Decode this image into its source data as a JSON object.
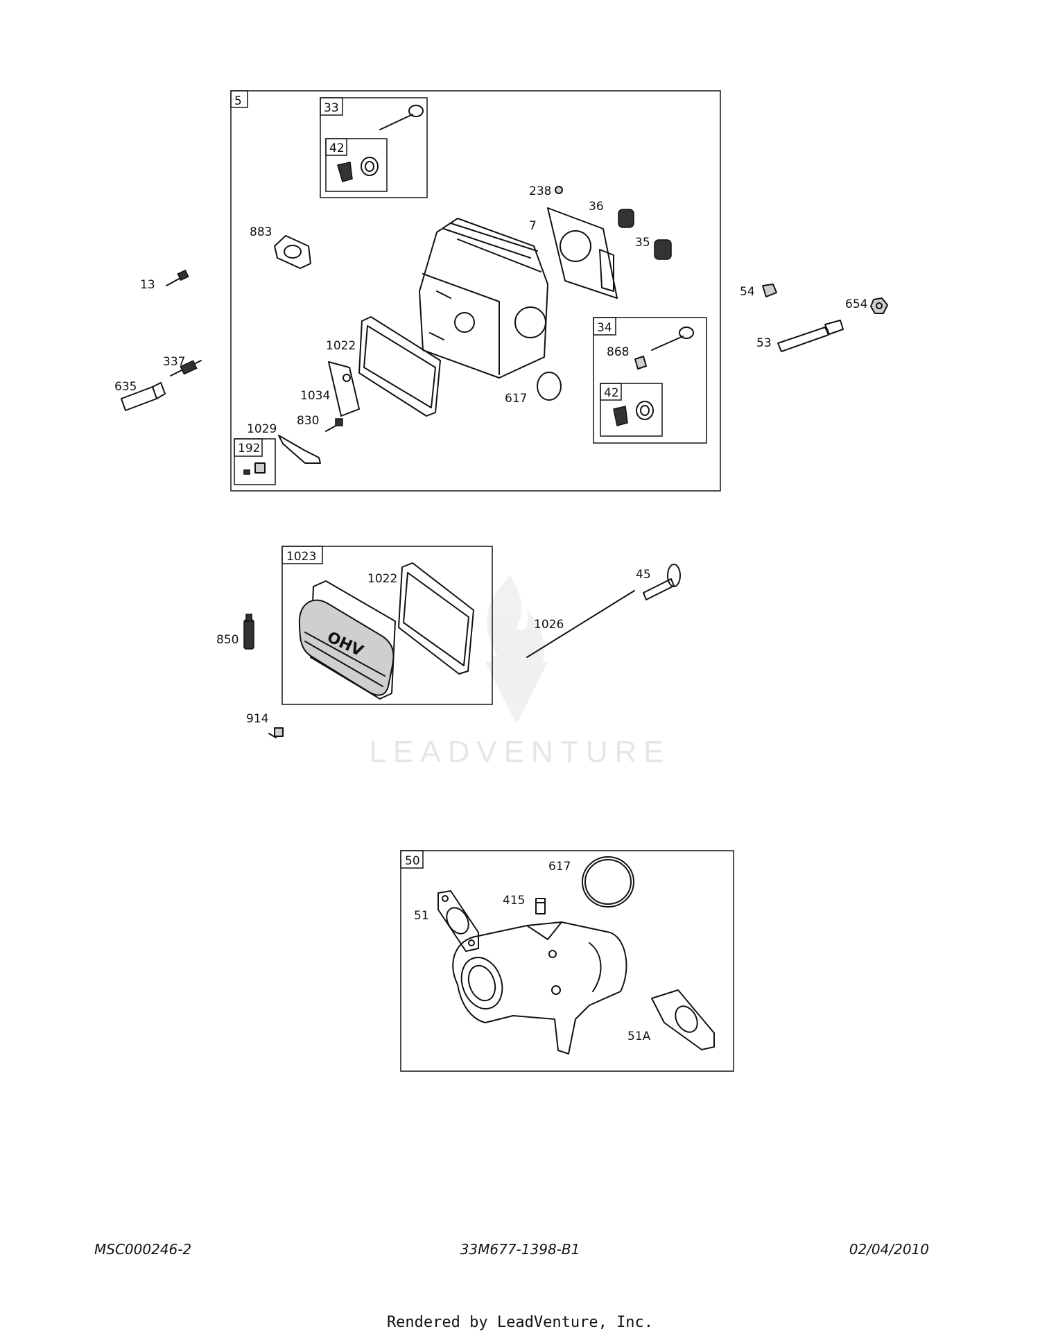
{
  "diagram": {
    "group_top": {
      "box_label": "5",
      "sub_boxes": {
        "box_33": "33",
        "box_42a": "42",
        "box_34": "34",
        "box_42b": "42",
        "box_192": "192"
      },
      "callouts": {
        "c238": "238",
        "c36": "36",
        "c7": "7",
        "c35": "35",
        "c883": "883",
        "c13": "13",
        "c54": "54",
        "c654": "654",
        "c53": "53",
        "c1022": "1022",
        "c868": "868",
        "c337": "337",
        "c635": "635",
        "c1034": "1034",
        "c617": "617",
        "c830": "830",
        "c1029": "1029"
      }
    },
    "group_middle": {
      "box_label": "1023",
      "callouts": {
        "c1022": "1022",
        "c850": "850",
        "c914": "914",
        "c1026": "1026",
        "c45": "45"
      },
      "cover_text": "OHV"
    },
    "group_bottom": {
      "box_label": "50",
      "callouts": {
        "c617": "617",
        "c415": "415",
        "c51": "51",
        "c51a": "51A"
      }
    }
  },
  "watermark": "LEADVENTURE",
  "footer": {
    "left": "MSC000246-2",
    "center": "33M677-1398-B1",
    "right": "02/04/2010"
  },
  "rendered_by": "Rendered by LeadVenture, Inc."
}
